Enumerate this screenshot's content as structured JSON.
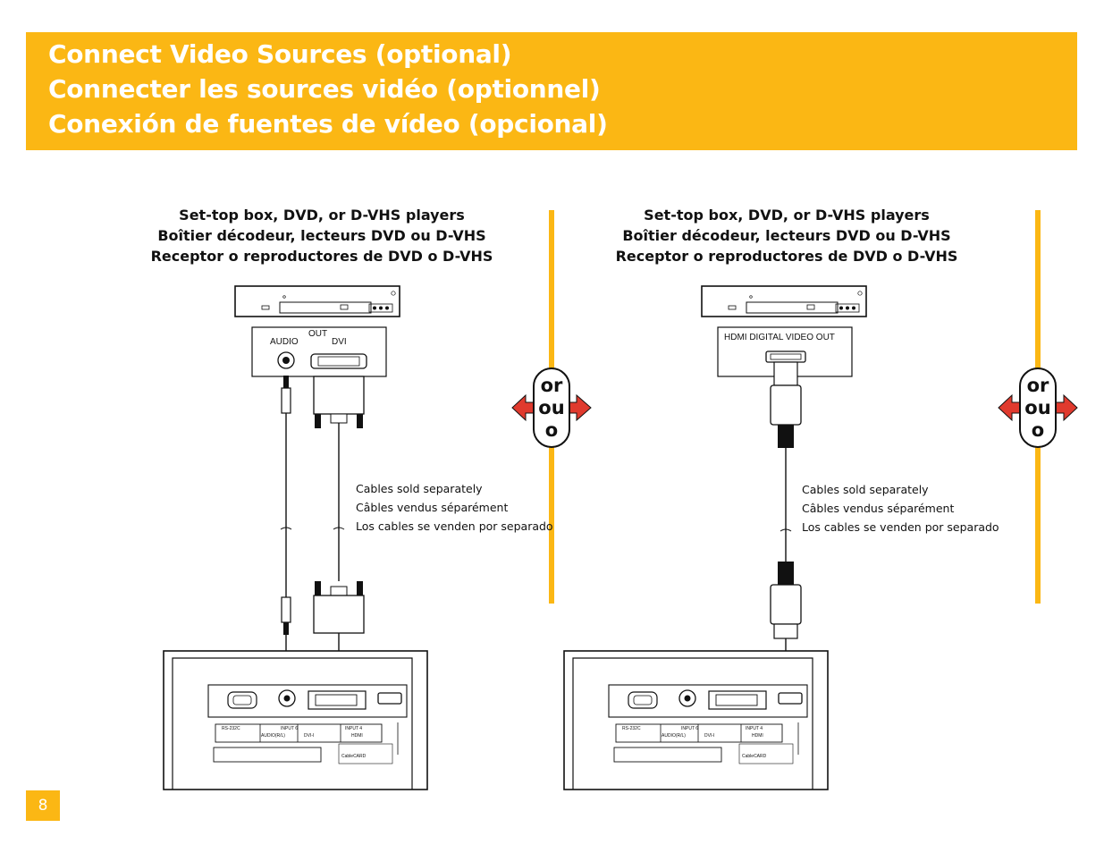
{
  "header": {
    "title_en": "Connect Video Sources (optional)",
    "title_fr": "Connecter les sources vidéo (optionnel)",
    "title_es": "Conexión de fuentes de vídeo (opcional)"
  },
  "left": {
    "title": [
      "Set-top box, DVD, or D-VHS players",
      "Boîtier décodeur, lecteurs DVD ou D-VHS",
      "Receptor o reproductores de DVD o D-VHS"
    ],
    "out_label": "OUT",
    "audio_label": "AUDIO",
    "dvi_label": "DVI",
    "cables_note": [
      "Cables sold separately",
      "Câbles vendus séparément",
      "Los cables se venden por separado"
    ]
  },
  "right": {
    "title": [
      "Set-top box, DVD, or D-VHS players",
      "Boîtier décodeur, lecteurs DVD ou D-VHS",
      "Receptor o reproductores de DVD o D-VHS"
    ],
    "hdmi_label": "HDMI DIGITAL VIDEO OUT",
    "cables_note": [
      "Cables sold separately",
      "Câbles vendus séparément",
      "Los cables se venden por separado"
    ]
  },
  "or_badge": [
    "or",
    "ou",
    "o"
  ],
  "tv_panel": {
    "rs232": "RS-232C",
    "input6": "INPUT 6",
    "input4": "INPUT 4",
    "audio_rl": "AUDIO(R/L)",
    "dvi_i": "DVI-I",
    "hdmi": "HDMI",
    "cablecard": "CableCARD"
  },
  "page_number": "8",
  "colors": {
    "accent": "#fbb714",
    "arrow": "#e03a2e"
  }
}
